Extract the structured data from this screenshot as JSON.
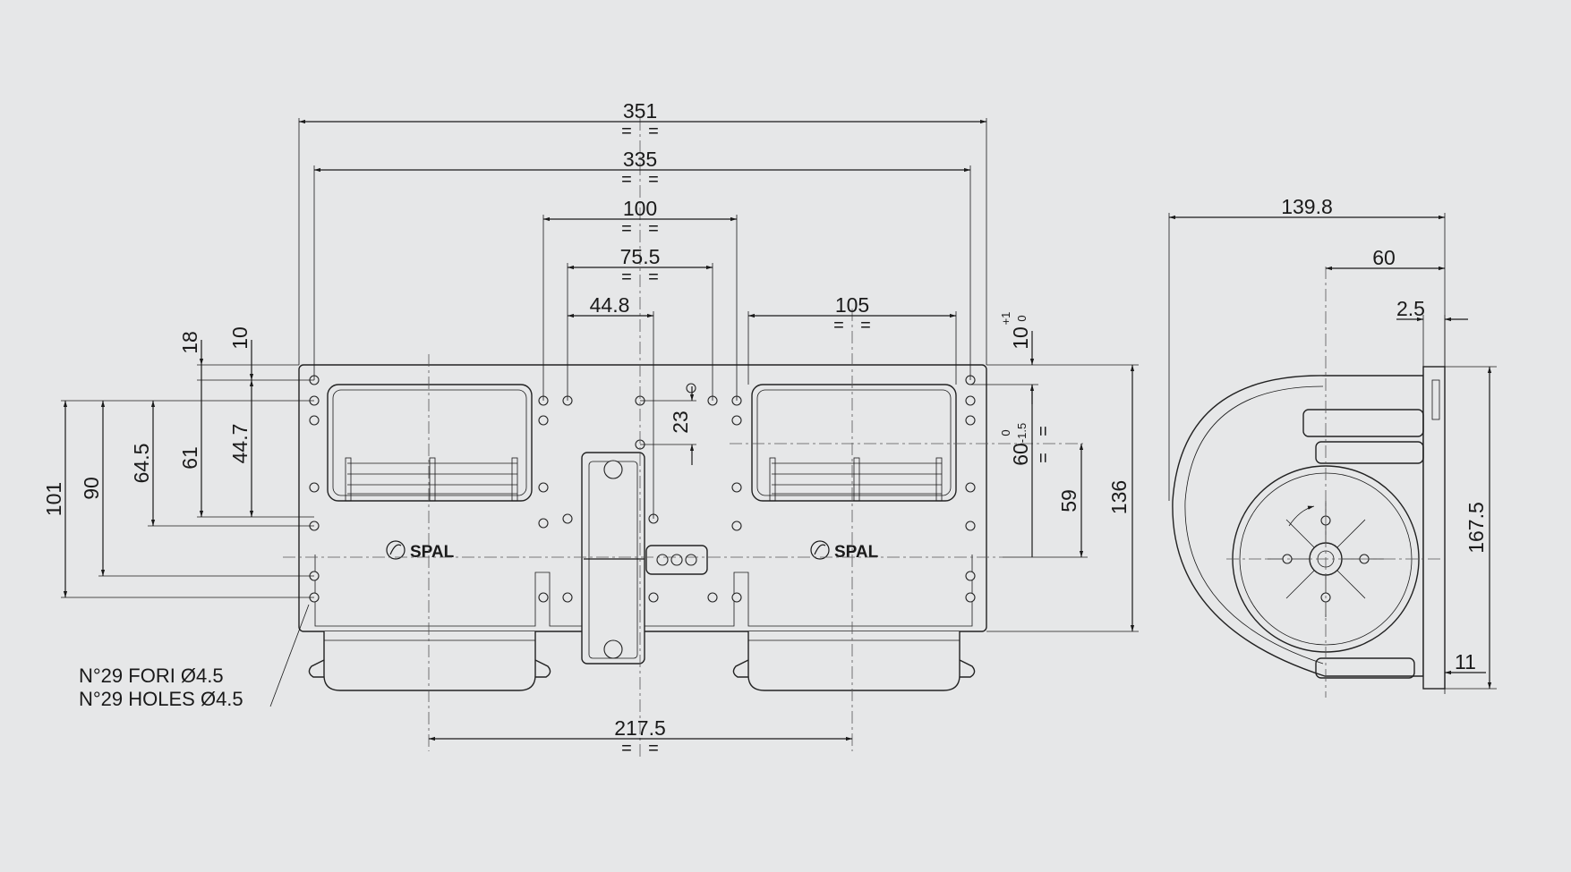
{
  "colors": {
    "background": "#e6e7e8",
    "line": "#1a1a1a"
  },
  "front_view": {
    "width_overall": "351",
    "width_hole_spacing": "335",
    "center_spacing_100": "100",
    "center_spacing_75_5": "75.5",
    "offset_44_8": "44.8",
    "wheel_spacing_105": "105",
    "outlet_spacing": "217.5",
    "height_total": "136",
    "height_59": "59",
    "height_23": "23",
    "top_offset_main": "10",
    "top_offset_sup": "+1",
    "top_offset_sub": "0",
    "mid_60_main": "60",
    "mid_60_sup": "0",
    "mid_60_sub": "-1.5",
    "left_18": "18",
    "left_10": "10",
    "left_44_7": "44.7",
    "left_61": "61",
    "left_64_5": "64.5",
    "left_90": "90",
    "left_101": "101",
    "equal_mark": "=",
    "brand_label": "SPAL",
    "holes_note_it": "N°29 FORI Ø4.5",
    "holes_note_en": "N°29 HOLES Ø4.5"
  },
  "side_view": {
    "depth_overall": "139.8",
    "depth_60": "60",
    "flange_2_5": "2.5",
    "height_167_5": "167.5",
    "flange_11": "11"
  }
}
